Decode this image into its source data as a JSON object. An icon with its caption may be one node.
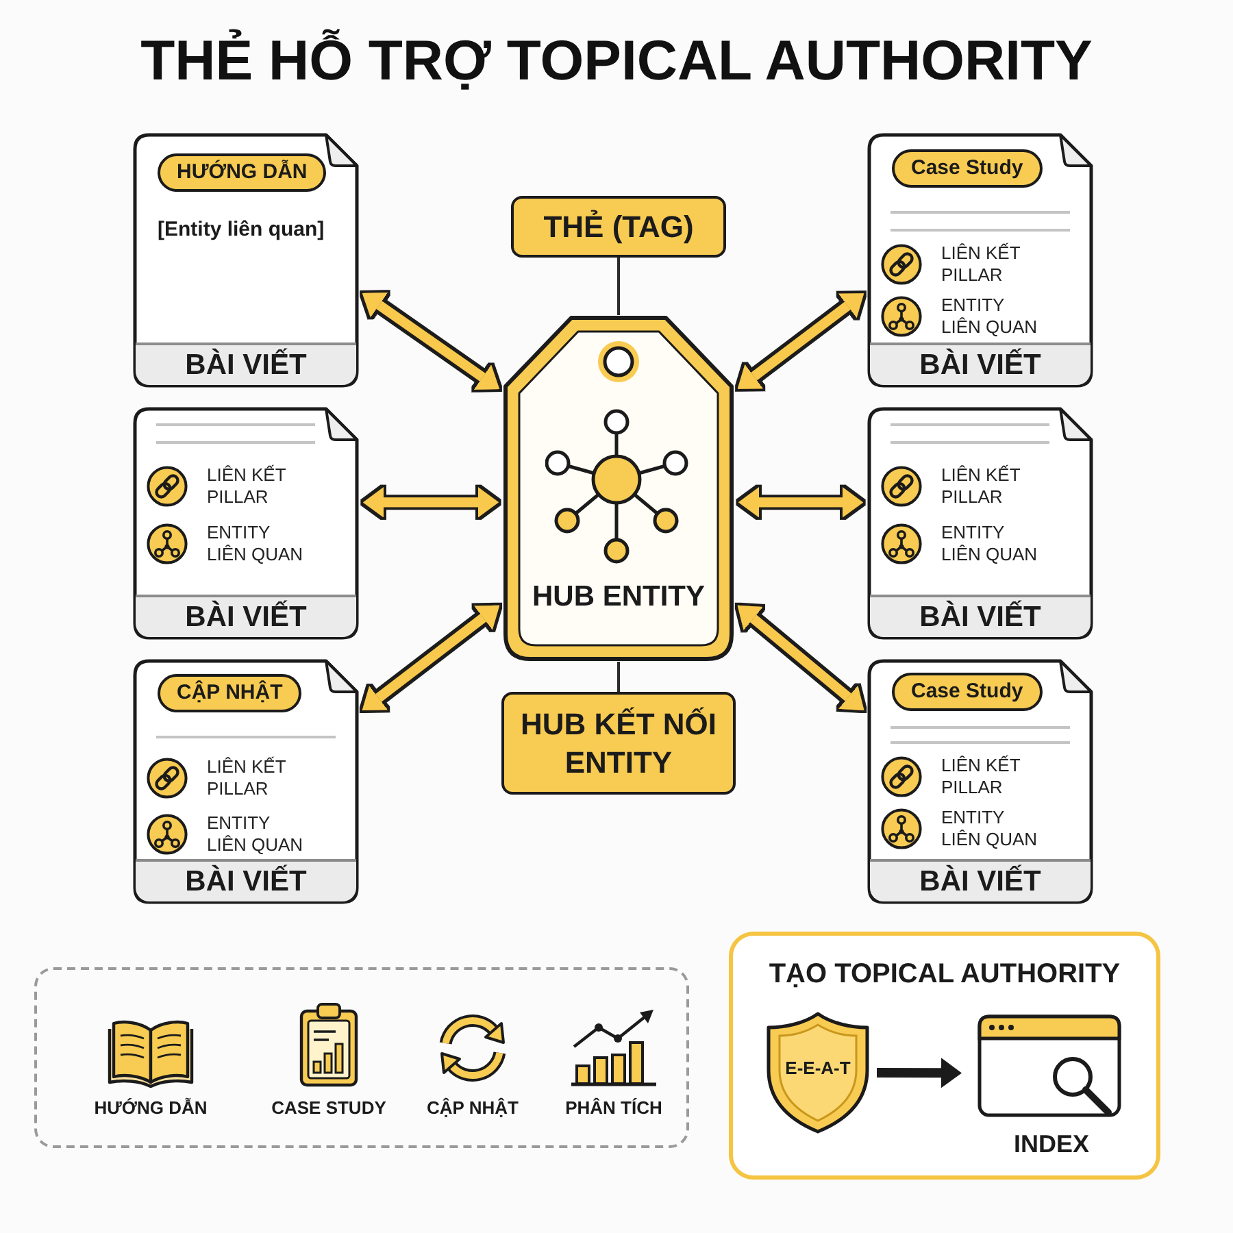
{
  "diagram": {
    "title": "THẺ HỖ TRỢ TOPICAL AUTHORITY",
    "nodes": [
      {
        "text": [
          "HƯỚNG DẪN",
          "[Entity liên quan]",
          "BÀI VIẾT"
        ]
      },
      {
        "text": [
          "THẺ (TAG)"
        ]
      },
      {
        "text": [
          "Case Study",
          "LIÊN KẾT PILLAR",
          "ENTITY LIÊN QUAN",
          "BÀI VIẾT"
        ]
      },
      {
        "text": [
          "HUB ENTITY"
        ]
      },
      {
        "text": [
          "LIÊN KẾT PILLAR",
          "ENTITY LIÊN QUAN",
          "BÀI VIẾT"
        ]
      },
      {
        "text": [
          "LIÊN KẾT PILLAR",
          "ENTITY LIÊN QUAN",
          "BÀI VIẾT"
        ]
      },
      {
        "text": [
          "CẬP NHẬT",
          "LIÊN KẾT PILLAR",
          "ENTITY LIÊN QUAN",
          "BÀI VIẾT"
        ]
      },
      {
        "text": [
          "HUB KẾT NỐI ENTITY"
        ]
      },
      {
        "text": [
          "Case Study",
          "LIÊN KẾT PILLAR",
          "ENTITY LIÊN QUAN",
          "BÀI VIẾT"
        ]
      },
      {
        "text": [
          "HƯỚNG DẪN",
          "CASE STUDY",
          "CẬP NHẬT",
          "PHÂN TÍCH"
        ]
      },
      {
        "text": [
          "TẠO TOPICAL AUTHORITY"
        ]
      },
      {
        "text": [
          "E-E-A-T"
        ],
        "in": 10
      },
      {
        "text": [
          "INDEX"
        ],
        "in": 10
      }
    ],
    "edges": [
      {
        "from": 1,
        "to": 3,
        "arrow": "none",
        "color": "#2a2a2a"
      },
      {
        "from": 3,
        "to": 7,
        "arrow": "none",
        "color": "#2a2a2a"
      },
      {
        "from": 3,
        "to": 0,
        "arrow": "both"
      },
      {
        "from": 3,
        "to": 2,
        "arrow": "both"
      },
      {
        "from": 3,
        "to": 4,
        "arrow": "both"
      },
      {
        "from": 3,
        "to": 5,
        "arrow": "both"
      },
      {
        "from": 3,
        "to": 6,
        "arrow": "both"
      },
      {
        "from": 3,
        "to": 8,
        "arrow": "both"
      },
      {
        "from": 11,
        "to": 12,
        "arrow": "to",
        "color": "#1b1b1b"
      }
    ]
  }
}
